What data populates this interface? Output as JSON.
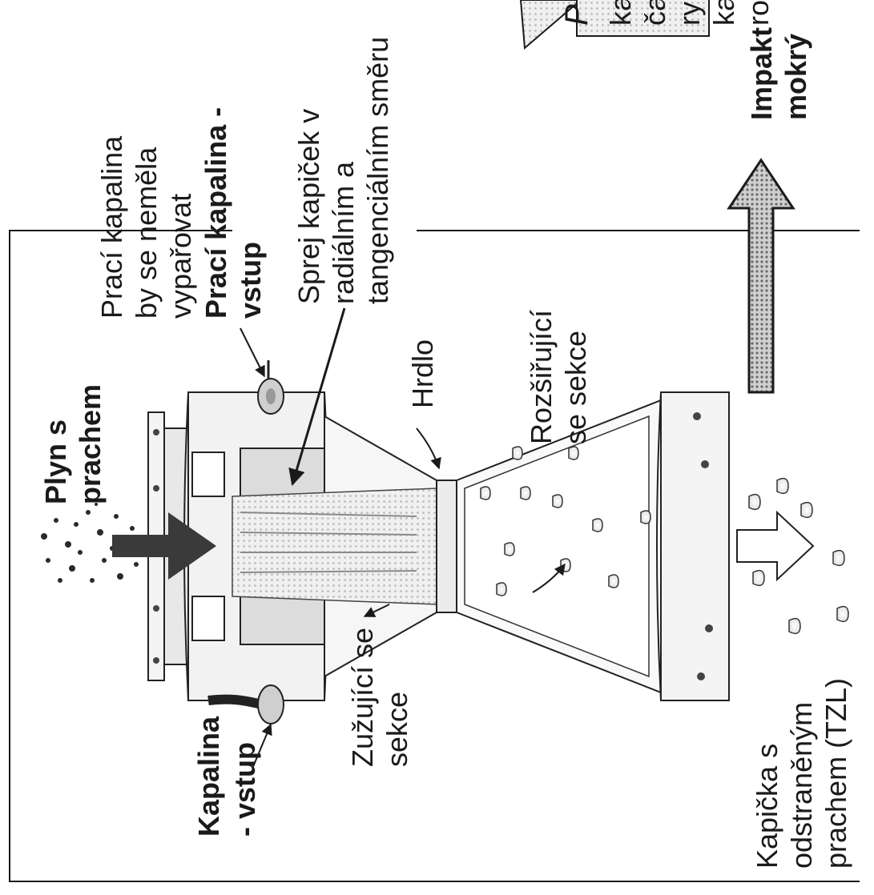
{
  "labels": {
    "gas_inlet": [
      "Plyn s",
      "prachem"
    ],
    "liquid_inlet": [
      "Kapalina",
      "- vstup"
    ],
    "wash_liquid_note": [
      "Prací kapalina",
      "by se neměla",
      "vypařovat"
    ],
    "wash_liquid_inlet": [
      "Prací kapalina -",
      "vstup"
    ],
    "spray": [
      "Sprej kapiček v",
      "radiálním a",
      "tangenciálním směru"
    ],
    "throat": "Hrdlo",
    "diverging": [
      "Rozšiřující",
      "se sekce"
    ],
    "converging": [
      "Zužující se",
      "sekce"
    ],
    "droplet_out": [
      "Kapička s",
      "odstraněným",
      "prachem (TZL)"
    ]
  },
  "right_panel": {
    "heading_fragment": "P",
    "text_fragments": [
      "ka",
      "ča",
      "ry",
      "ka",
      "ro"
    ],
    "impact_fragment": [
      "Impakt",
      "mokrý"
    ]
  },
  "colors": {
    "frame": "#1a1a1a",
    "arrow_hatch": "#8a8a8a",
    "dust": "#2a2a2a"
  }
}
